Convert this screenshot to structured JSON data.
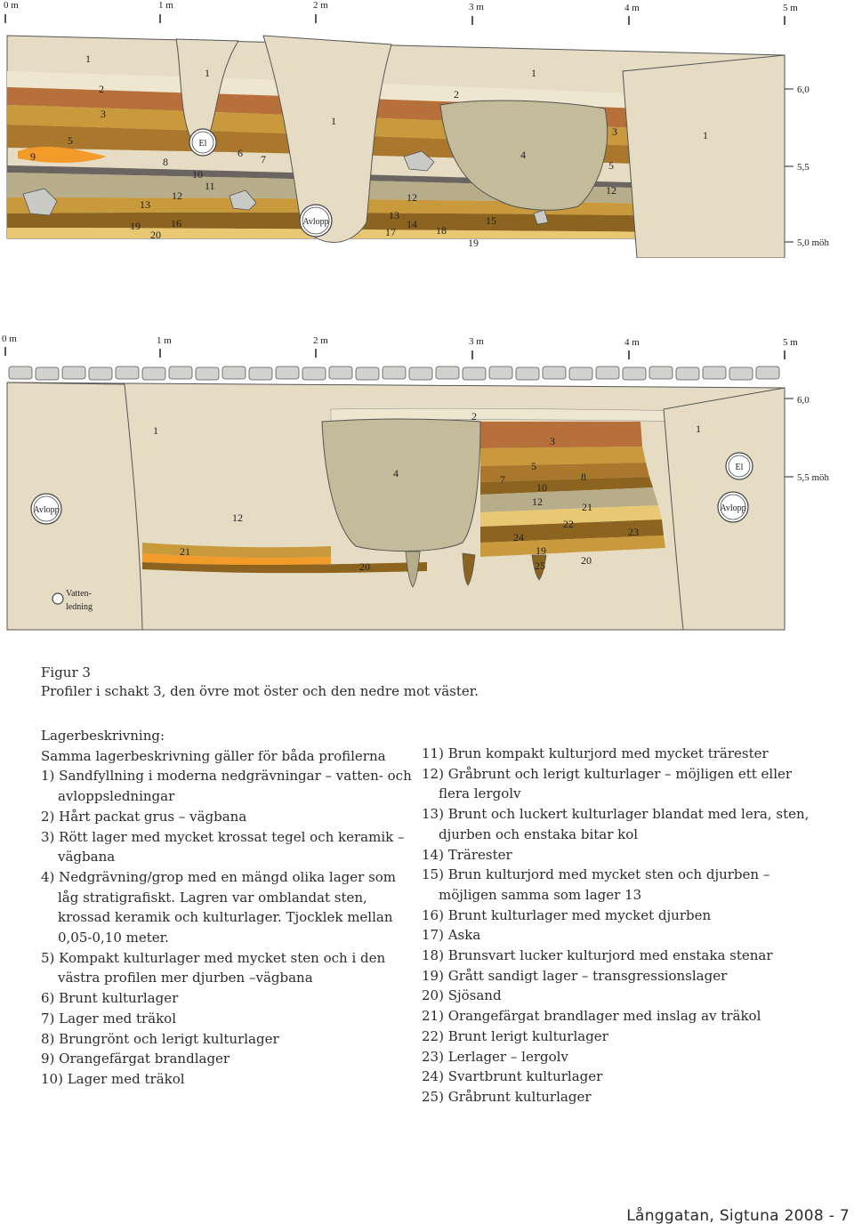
{
  "profile_top": {
    "ruler_labels": [
      "0 m",
      "1 m",
      "2 m",
      "3 m",
      "4 m",
      "5 m"
    ],
    "elevation_labels": [
      "6,0",
      "5,5",
      "5,0 möh"
    ],
    "layer_numbers": [
      "1",
      "1",
      "1",
      "1",
      "1",
      "2",
      "2",
      "3",
      "3",
      "4",
      "5",
      "5",
      "6",
      "7",
      "8",
      "9",
      "10",
      "11",
      "12",
      "12",
      "12",
      "13",
      "13",
      "14",
      "15",
      "16",
      "17",
      "18",
      "19",
      "19",
      "20"
    ],
    "pipes": [
      "El",
      "Avlopp"
    ]
  },
  "profile_bottom": {
    "ruler_labels": [
      "0 m",
      "1 m",
      "2 m",
      "3 m",
      "4 m",
      "5 m"
    ],
    "elevation_labels": [
      "6,0",
      "5,5 möh"
    ],
    "layer_numbers": [
      "1",
      "1",
      "2",
      "3",
      "4",
      "5",
      "7",
      "8",
      "10",
      "12",
      "12",
      "19",
      "20",
      "20",
      "21",
      "21",
      "22",
      "23",
      "24",
      "25"
    ],
    "pipes": [
      "Avlopp",
      "Avlopp",
      "El"
    ],
    "water_pipe_label": [
      "Vatten-",
      "ledning"
    ]
  },
  "caption": {
    "title": "Figur 3",
    "text": "Profiler i schakt 3, den övre mot öster och den nedre mot väster."
  },
  "legend": {
    "heading": "Lagerbeskrivning:",
    "subheading": "Samma lagerbeskrivning gäller för båda profilerna",
    "left_items": [
      "1) Sandfyllning i moderna nedgrävningar – vatten- och avloppsledningar",
      "2) Hårt packat grus – vägbana",
      "3) Rött lager med mycket krossat tegel och keramik – vägbana",
      "4) Nedgrävning/grop med en mängd olika lager som låg stratigrafiskt. Lagren var omblandat sten, krossad keramik och kulturlager. Tjocklek mellan 0,05-0,10 meter.",
      "5) Kompakt kulturlager med mycket sten och i den västra profilen mer djurben –vägbana",
      "6) Brunt kulturlager",
      "7) Lager med träkol",
      "8) Brungrönt och lerigt kulturlager",
      "9) Orangefärgat brandlager",
      "10) Lager med träkol"
    ],
    "right_items": [
      "11) Brun kompakt kulturjord med mycket trärester",
      "12) Gråbrunt och lerigt kulturlager – möjligen ett eller flera lergolv",
      "13) Brunt och luckert kulturlager blandat med lera, sten, djurben och enstaka bitar kol",
      "14) Trärester",
      "15) Brun kulturjord med mycket sten och djurben – möjligen samma som lager 13",
      "16) Brunt kulturlager med mycket djurben",
      "17) Aska",
      "18) Brunsvart lucker kulturjord med enstaka stenar",
      "19) Grått sandigt lager – transgressionslager",
      "20) Sjösand",
      "21) Orangefärgat brandlager med inslag av träkol",
      "22) Brunt lerigt kulturlager",
      "23) Lerlager – lergolv",
      "24) Svartbrunt kulturlager",
      "25) Gråbrunt kulturlager"
    ]
  },
  "footer": "Långgatan, Sigtuna 2008 - 7",
  "colors": {
    "sand": "#e6dcc4",
    "gravel": "#eee6cf",
    "brick": "#b8703a",
    "ochre": "#c89a3c",
    "brown": "#a9782c",
    "dark_brown": "#8c6420",
    "grey_brown": "#b8ad8a",
    "orange": "#f29a2a",
    "charcoal": "#6a6560",
    "stone": "#c9c9c6",
    "pit": "#c3bb99",
    "yellow_sand": "#e8c873"
  }
}
